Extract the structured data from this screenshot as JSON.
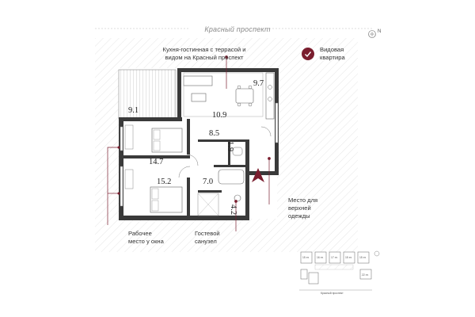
{
  "street_name": "Красный проспект",
  "compass_label": "N",
  "features": {
    "kitchen_terrace": {
      "line1": "Кухня-гостинная с террасой и",
      "line2": "видом на Красный проспект"
    },
    "view_apartment": {
      "line1": "Видовая",
      "line2": "квартира"
    },
    "wardrobe": {
      "line1": "Место для",
      "line2": "верхней",
      "line3": "одежды"
    },
    "workplace": {
      "line1": "Рабочее",
      "line2": "место у окна"
    },
    "guest_wc": {
      "line1": "Гостевой",
      "line2": "санузел"
    }
  },
  "rooms": {
    "terrace": "9.1",
    "kitchen": "9.7",
    "living": "10.9",
    "hall": "8.5",
    "bath_small": "1.9",
    "bedroom_top": "14.7",
    "bedroom_bottom": "15.2",
    "corridor": "7.0",
    "bathroom": "4.2"
  },
  "minimap": {
    "labels": [
      "15 эт.",
      "16 эт.",
      "17 эт.",
      "15 эт.",
      "15 эт.",
      "22 эт."
    ],
    "street": "Красный проспект"
  },
  "colors": {
    "accent": "#7a1d2e",
    "wall": "#3a3a3a",
    "hatch": "#e9e9e9"
  }
}
